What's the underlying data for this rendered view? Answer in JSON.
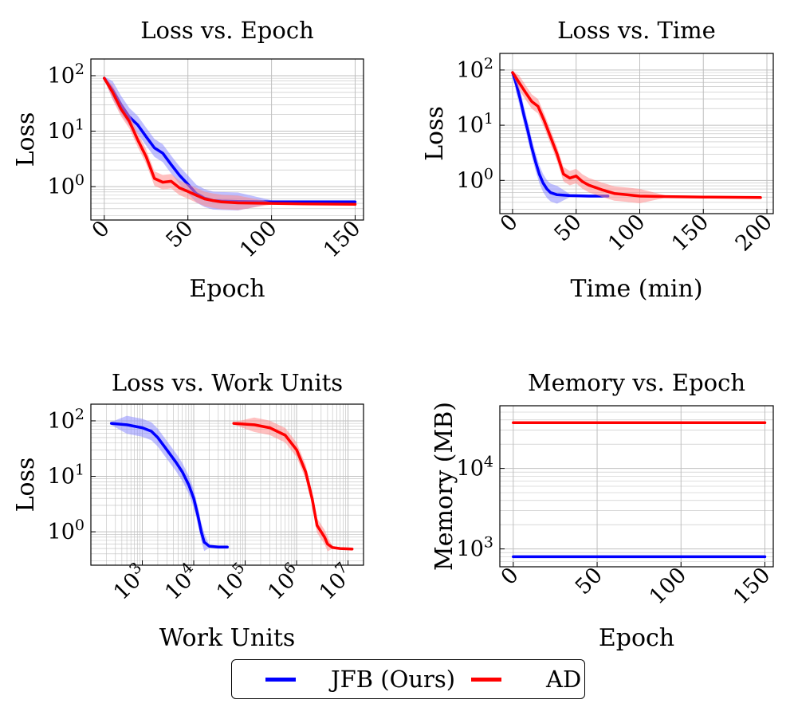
{
  "colors": {
    "jfb": "#0000ff",
    "ad": "#ff0000",
    "jfb_band": "#8c8cff",
    "ad_band": "#ff8c8c",
    "grid": "#bfbfbf"
  },
  "legend": {
    "placement": "bottom-center",
    "entries": [
      {
        "label": "JFB (Ours)",
        "color": "#0000ff"
      },
      {
        "label": "AD",
        "color": "#ff0000"
      }
    ]
  },
  "chart_data": [
    {
      "type": "line",
      "title": "Loss vs. Epoch",
      "xlabel": "Epoch",
      "ylabel": "Loss",
      "xscale": "linear",
      "yscale": "log",
      "xlim": [
        -8,
        155
      ],
      "ylim": [
        0.25,
        200
      ],
      "xticks": [
        0,
        50,
        100,
        150
      ],
      "xtick_labels": [
        "0",
        "50",
        "100",
        "150"
      ],
      "yticks": [
        1,
        10,
        100
      ],
      "ytick_labels": [
        "10^0",
        "10^1",
        "10^2"
      ],
      "grid": true,
      "series": [
        {
          "name": "JFB (Ours)",
          "color": "#0000ff",
          "band": 0.45,
          "x": [
            0,
            5,
            10,
            15,
            20,
            25,
            30,
            35,
            40,
            45,
            50,
            55,
            60,
            65,
            70,
            80,
            100,
            120,
            150
          ],
          "y": [
            90,
            55,
            30,
            18,
            13,
            8,
            5,
            4,
            2.5,
            1.6,
            1.1,
            0.75,
            0.62,
            0.56,
            0.55,
            0.54,
            0.53,
            0.53,
            0.53
          ]
        },
        {
          "name": "AD",
          "color": "#ff0000",
          "band": 0.35,
          "x": [
            0,
            5,
            10,
            15,
            20,
            25,
            30,
            35,
            40,
            45,
            50,
            55,
            60,
            65,
            70,
            80,
            100,
            120,
            150
          ],
          "y": [
            90,
            50,
            25,
            15,
            7,
            3.5,
            1.4,
            1.2,
            1.25,
            0.95,
            0.82,
            0.7,
            0.6,
            0.56,
            0.53,
            0.51,
            0.5,
            0.49,
            0.48
          ]
        }
      ]
    },
    {
      "type": "line",
      "title": "Loss vs. Time",
      "xlabel": "Time (min)",
      "ylabel": "Loss",
      "xscale": "linear",
      "yscale": "log",
      "xlim": [
        -10,
        205
      ],
      "ylim": [
        0.25,
        200
      ],
      "xticks": [
        0,
        50,
        100,
        150,
        200
      ],
      "xtick_labels": [
        "0",
        "50",
        "100",
        "150",
        "200"
      ],
      "yticks": [
        1,
        10,
        100
      ],
      "ytick_labels": [
        "10^0",
        "10^1",
        "10^2"
      ],
      "grid": true,
      "series": [
        {
          "name": "JFB (Ours)",
          "color": "#0000ff",
          "band": 0.45,
          "x": [
            0,
            3,
            6,
            9,
            12,
            15,
            18,
            21,
            24,
            27,
            30,
            35,
            45,
            60,
            75
          ],
          "y": [
            90,
            55,
            30,
            15,
            8,
            4,
            2.2,
            1.3,
            0.9,
            0.7,
            0.6,
            0.55,
            0.53,
            0.52,
            0.52
          ]
        },
        {
          "name": "AD",
          "color": "#ff0000",
          "band": 0.35,
          "x": [
            0,
            5,
            10,
            15,
            20,
            25,
            30,
            35,
            40,
            45,
            50,
            55,
            60,
            70,
            80,
            90,
            100,
            120,
            150,
            195
          ],
          "y": [
            90,
            60,
            40,
            27,
            22,
            12,
            6,
            3,
            1.3,
            1.1,
            1.2,
            0.95,
            0.82,
            0.68,
            0.58,
            0.55,
            0.52,
            0.51,
            0.5,
            0.49
          ]
        }
      ]
    },
    {
      "type": "line",
      "title": "Loss vs. Work Units",
      "xlabel": "Work Units",
      "ylabel": "Loss",
      "xscale": "log",
      "yscale": "log",
      "xlim": [
        100,
        20000000
      ],
      "ylim": [
        0.25,
        200
      ],
      "xticks": [
        1000,
        10000,
        100000,
        1000000,
        10000000
      ],
      "xtick_labels": [
        "10^3",
        "10^4",
        "10^5",
        "10^6",
        "10^7"
      ],
      "yticks": [
        1,
        10,
        100
      ],
      "ytick_labels": [
        "10^0",
        "10^1",
        "10^2"
      ],
      "grid": true,
      "series": [
        {
          "name": "JFB (Ours)",
          "color": "#0000ff",
          "band": 0.45,
          "x": [
            250,
            500,
            1000,
            1500,
            2000,
            3000,
            4500,
            6000,
            8000,
            10000,
            12000,
            14000,
            16000,
            20000,
            30000,
            45000
          ],
          "y": [
            90,
            85,
            75,
            65,
            50,
            30,
            18,
            12,
            7,
            4,
            2,
            1,
            0.65,
            0.55,
            0.53,
            0.53
          ]
        },
        {
          "name": "AD",
          "color": "#ff0000",
          "band": 0.35,
          "x": [
            60000,
            150000,
            300000,
            600000,
            1000000,
            1500000,
            2000000,
            2500000,
            3000000,
            3500000,
            4000000,
            5000000,
            7000000,
            12000000
          ],
          "y": [
            90,
            85,
            75,
            55,
            30,
            12,
            4,
            1.3,
            1.0,
            0.8,
            0.6,
            0.52,
            0.5,
            0.49
          ]
        }
      ]
    },
    {
      "type": "line",
      "title": "Memory vs. Epoch",
      "xlabel": "Epoch",
      "ylabel": "Memory (MB)",
      "xscale": "linear",
      "yscale": "log",
      "xlim": [
        -8,
        155
      ],
      "ylim": [
        600,
        60000
      ],
      "xticks": [
        0,
        50,
        100,
        150
      ],
      "xtick_labels": [
        "0",
        "50",
        "100",
        "150"
      ],
      "yticks": [
        1000,
        10000
      ],
      "ytick_labels": [
        "10^3",
        "10^4"
      ],
      "grid": true,
      "series": [
        {
          "name": "JFB (Ours)",
          "color": "#0000ff",
          "band": 0,
          "x": [
            0,
            150
          ],
          "y": [
            800,
            800
          ]
        },
        {
          "name": "AD",
          "color": "#ff0000",
          "band": 0,
          "x": [
            0,
            150
          ],
          "y": [
            37000,
            37000
          ]
        }
      ]
    }
  ]
}
